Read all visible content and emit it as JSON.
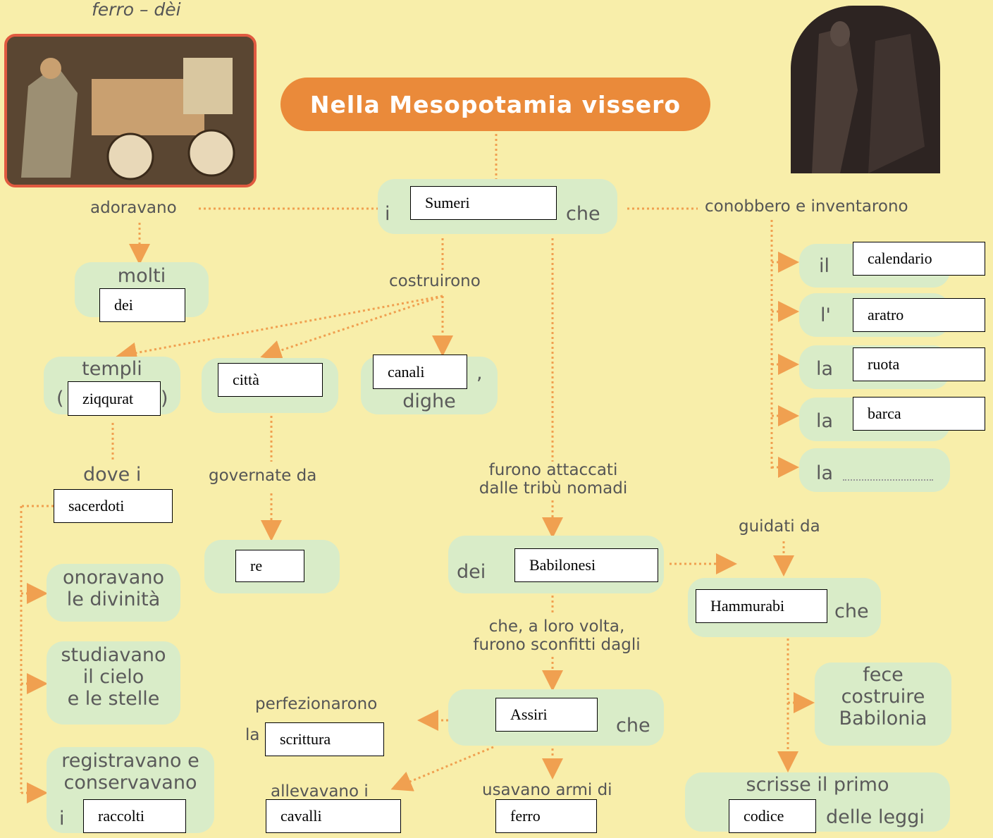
{
  "top_caption": "ferro – dèi",
  "title": "Nella Mesopotamia vissero",
  "center": {
    "prefix": "i",
    "answer": "Sumeri",
    "suffix": "che"
  },
  "left_branch": {
    "link": "adoravano",
    "box_label": "molti",
    "box_answer": "dei"
  },
  "built_branch": {
    "link": "costruirono",
    "temples_label": "templi",
    "temples_open": "(",
    "temples_close": ")",
    "temples_answer": "ziqqurat",
    "city_answer": "città",
    "canals_answer": "canali",
    "canals_comma": ",",
    "dams_label": "dighe"
  },
  "priests": {
    "link": "dove i",
    "answer": "sacerdoti",
    "items": [
      "onoravano\nle divinità",
      "studiavano\nil cielo\ne le stelle"
    ],
    "registered_label": "registravano e\nconservavano",
    "registered_prefix": "i",
    "registered_answer": "raccolti"
  },
  "governed": {
    "link": "governate da",
    "answer": "re"
  },
  "right_branch": {
    "link": "conobbero e inventarono",
    "items": [
      {
        "article": "il",
        "answer": "calendario"
      },
      {
        "article": "l'",
        "answer": "aratro"
      },
      {
        "article": "la",
        "answer": "ruota"
      },
      {
        "article": "la",
        "answer": "barca"
      },
      {
        "article": "la",
        "answer": ""
      }
    ]
  },
  "attacked": {
    "link": "furono attaccati\ndalle tribù nomadi",
    "prefix": "dei",
    "answer": "Babilonesi"
  },
  "led": {
    "link": "guidati da",
    "answer": "Hammurabi",
    "suffix": "che"
  },
  "hammurabi_items": {
    "built": "fece\ncostruire\nBabilonia",
    "code_label": "scrisse il primo",
    "code_answer": "codice",
    "code_suffix": "delle leggi"
  },
  "defeated": {
    "link": "che, a loro volta,\nfurono sconfitti dagli",
    "answer": "Assiri",
    "suffix": "che"
  },
  "assyrians": {
    "perfected": "perfezionarono",
    "writing_prefix": "la",
    "writing_answer": "scrittura",
    "bred": "allevavano i",
    "bred_answer": "cavalli",
    "weapons": "usavano armi di",
    "weapons_answer": "ferro"
  },
  "colors": {
    "background": "#f8eeaa",
    "box": "#d9ecc8",
    "title": "#ea8a3a",
    "connector": "#f0a050"
  }
}
